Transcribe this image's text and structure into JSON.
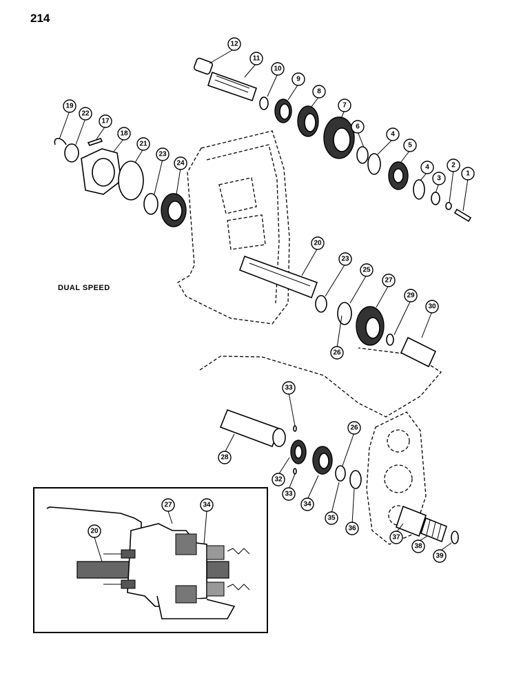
{
  "page_number": "214",
  "caption": "DUAL SPEED",
  "callouts": [
    "12",
    "11",
    "10",
    "9",
    "8",
    "7",
    "6",
    "4",
    "5",
    "4",
    "3",
    "2",
    "1",
    "19",
    "22",
    "17",
    "18",
    "21",
    "23",
    "24",
    "20",
    "23",
    "25",
    "27",
    "29",
    "30",
    "26",
    "33",
    "28",
    "32",
    "33",
    "34",
    "35",
    "26",
    "36",
    "37",
    "38",
    "39",
    "27",
    "34",
    "20"
  ]
}
